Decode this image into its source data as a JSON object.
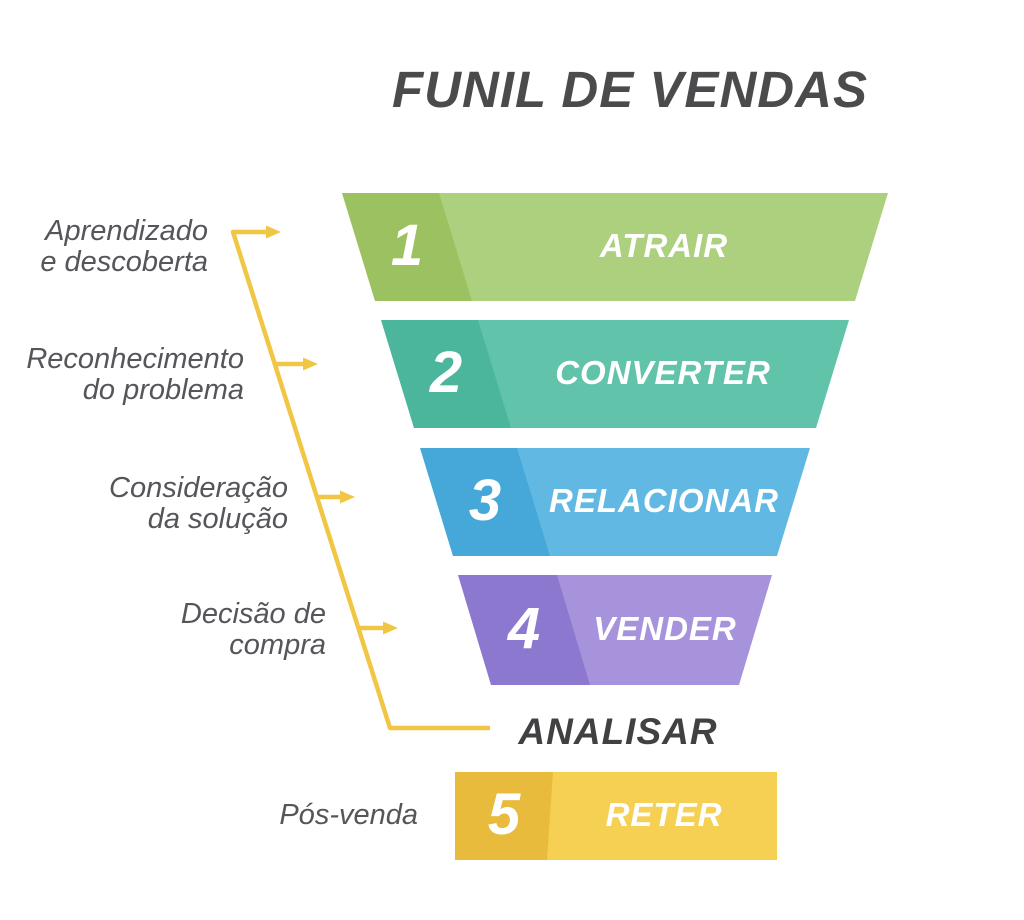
{
  "title": "FUNIL DE VENDAS",
  "colors": {
    "connector": "#f0c644",
    "title_text": "#4b4b4d",
    "side_label_text": "#55565a",
    "analysis_text": "#414043",
    "stage_text": "#ffffff"
  },
  "funnel": {
    "analysis_label": "ANALISAR",
    "stages": [
      {
        "number": "1",
        "label": "ATRAIR",
        "color_light": "#acd07e",
        "color_dark": "#9cc161"
      },
      {
        "number": "2",
        "label": "CONVERTER",
        "color_light": "#62c3ab",
        "color_dark": "#4bb69c"
      },
      {
        "number": "3",
        "label": "RELACIONAR",
        "color_light": "#61b9e3",
        "color_dark": "#45a8d8"
      },
      {
        "number": "4",
        "label": "VENDER",
        "color_light": "#a693dc",
        "color_dark": "#8d78d0"
      },
      {
        "number": "5",
        "label": "RETER",
        "color_light": "#f5d052",
        "color_dark": "#e9bb3c"
      }
    ]
  },
  "side_labels": [
    {
      "line1": "Aprendizado",
      "line2": "e descoberta"
    },
    {
      "line1": "Reconhecimento",
      "line2": "do problema"
    },
    {
      "line1": "Consideração",
      "line2": "da solução"
    },
    {
      "line1": "Decisão de",
      "line2": "compra"
    },
    {
      "line1": "Pós-venda",
      "line2": ""
    }
  ]
}
